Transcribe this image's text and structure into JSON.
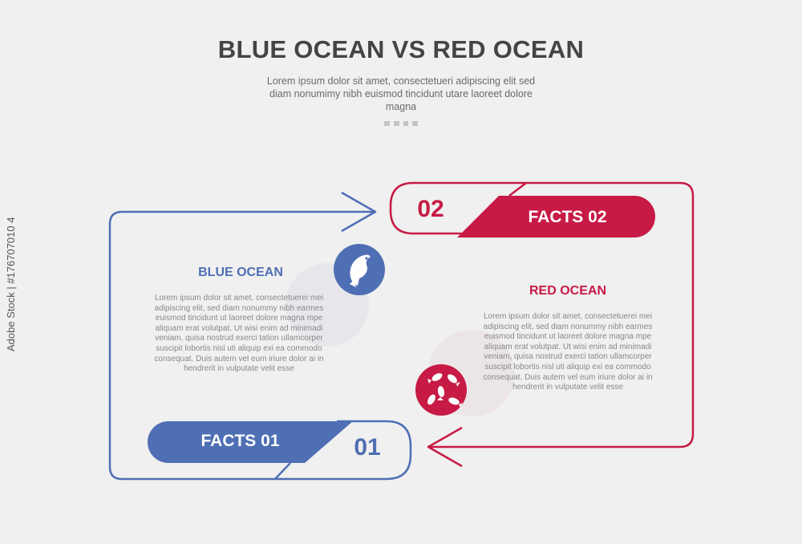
{
  "header": {
    "title": "BLUE OCEAN VS RED OCEAN",
    "subtitle": "Lorem ipsum dolor sit amet, consectetueri adipiscing elit sed diam nonumimy nibh euismod tincidunt utare laoreet dolore magna"
  },
  "blue": {
    "heading": "BLUE OCEAN",
    "body": "Lorem ipsum dolor sit amet, consectetuerei mei adipiscing elit, sed diam nonummy nibh earmes euismod tincidunt ut laoreet dolore magna mpe aliquam erat volutpat. Ut wisi enim ad minimadi veniam, quisa nostrud exerci tation ullamcorper suscipit lobortis nisl uti aliquip exi ea commodo consequat. Duis autem vel eum iriure dolor ai in hendrerit in vulputate velit esse",
    "pill_label": "FACTS 01",
    "number": "01",
    "icon": "fish-icon",
    "color": "#4f6fb4"
  },
  "red": {
    "heading": "RED OCEAN",
    "body": "Lorem ipsum dolor sit amet, consectetuerei mei adipiscing elit, sed diam nonummy nibh earmes euismod tincidunt ut laoreet dolore magna mpe aliquam erat volutpat. Ut wisi enim ad minimadi veniam, quisa nostrud exerci tation ullamcorper suscipit lobortis nisl uti aliquip exi ea commodo consequat. Duis autem vel eum iriure dolor ai in hendrerit in vulputate velit esse",
    "pill_label": "FACTS 02",
    "number": "02",
    "icon": "fish-school-icon",
    "color": "#c71a45"
  },
  "watermark": "Adobe Stock | #176707010 4"
}
